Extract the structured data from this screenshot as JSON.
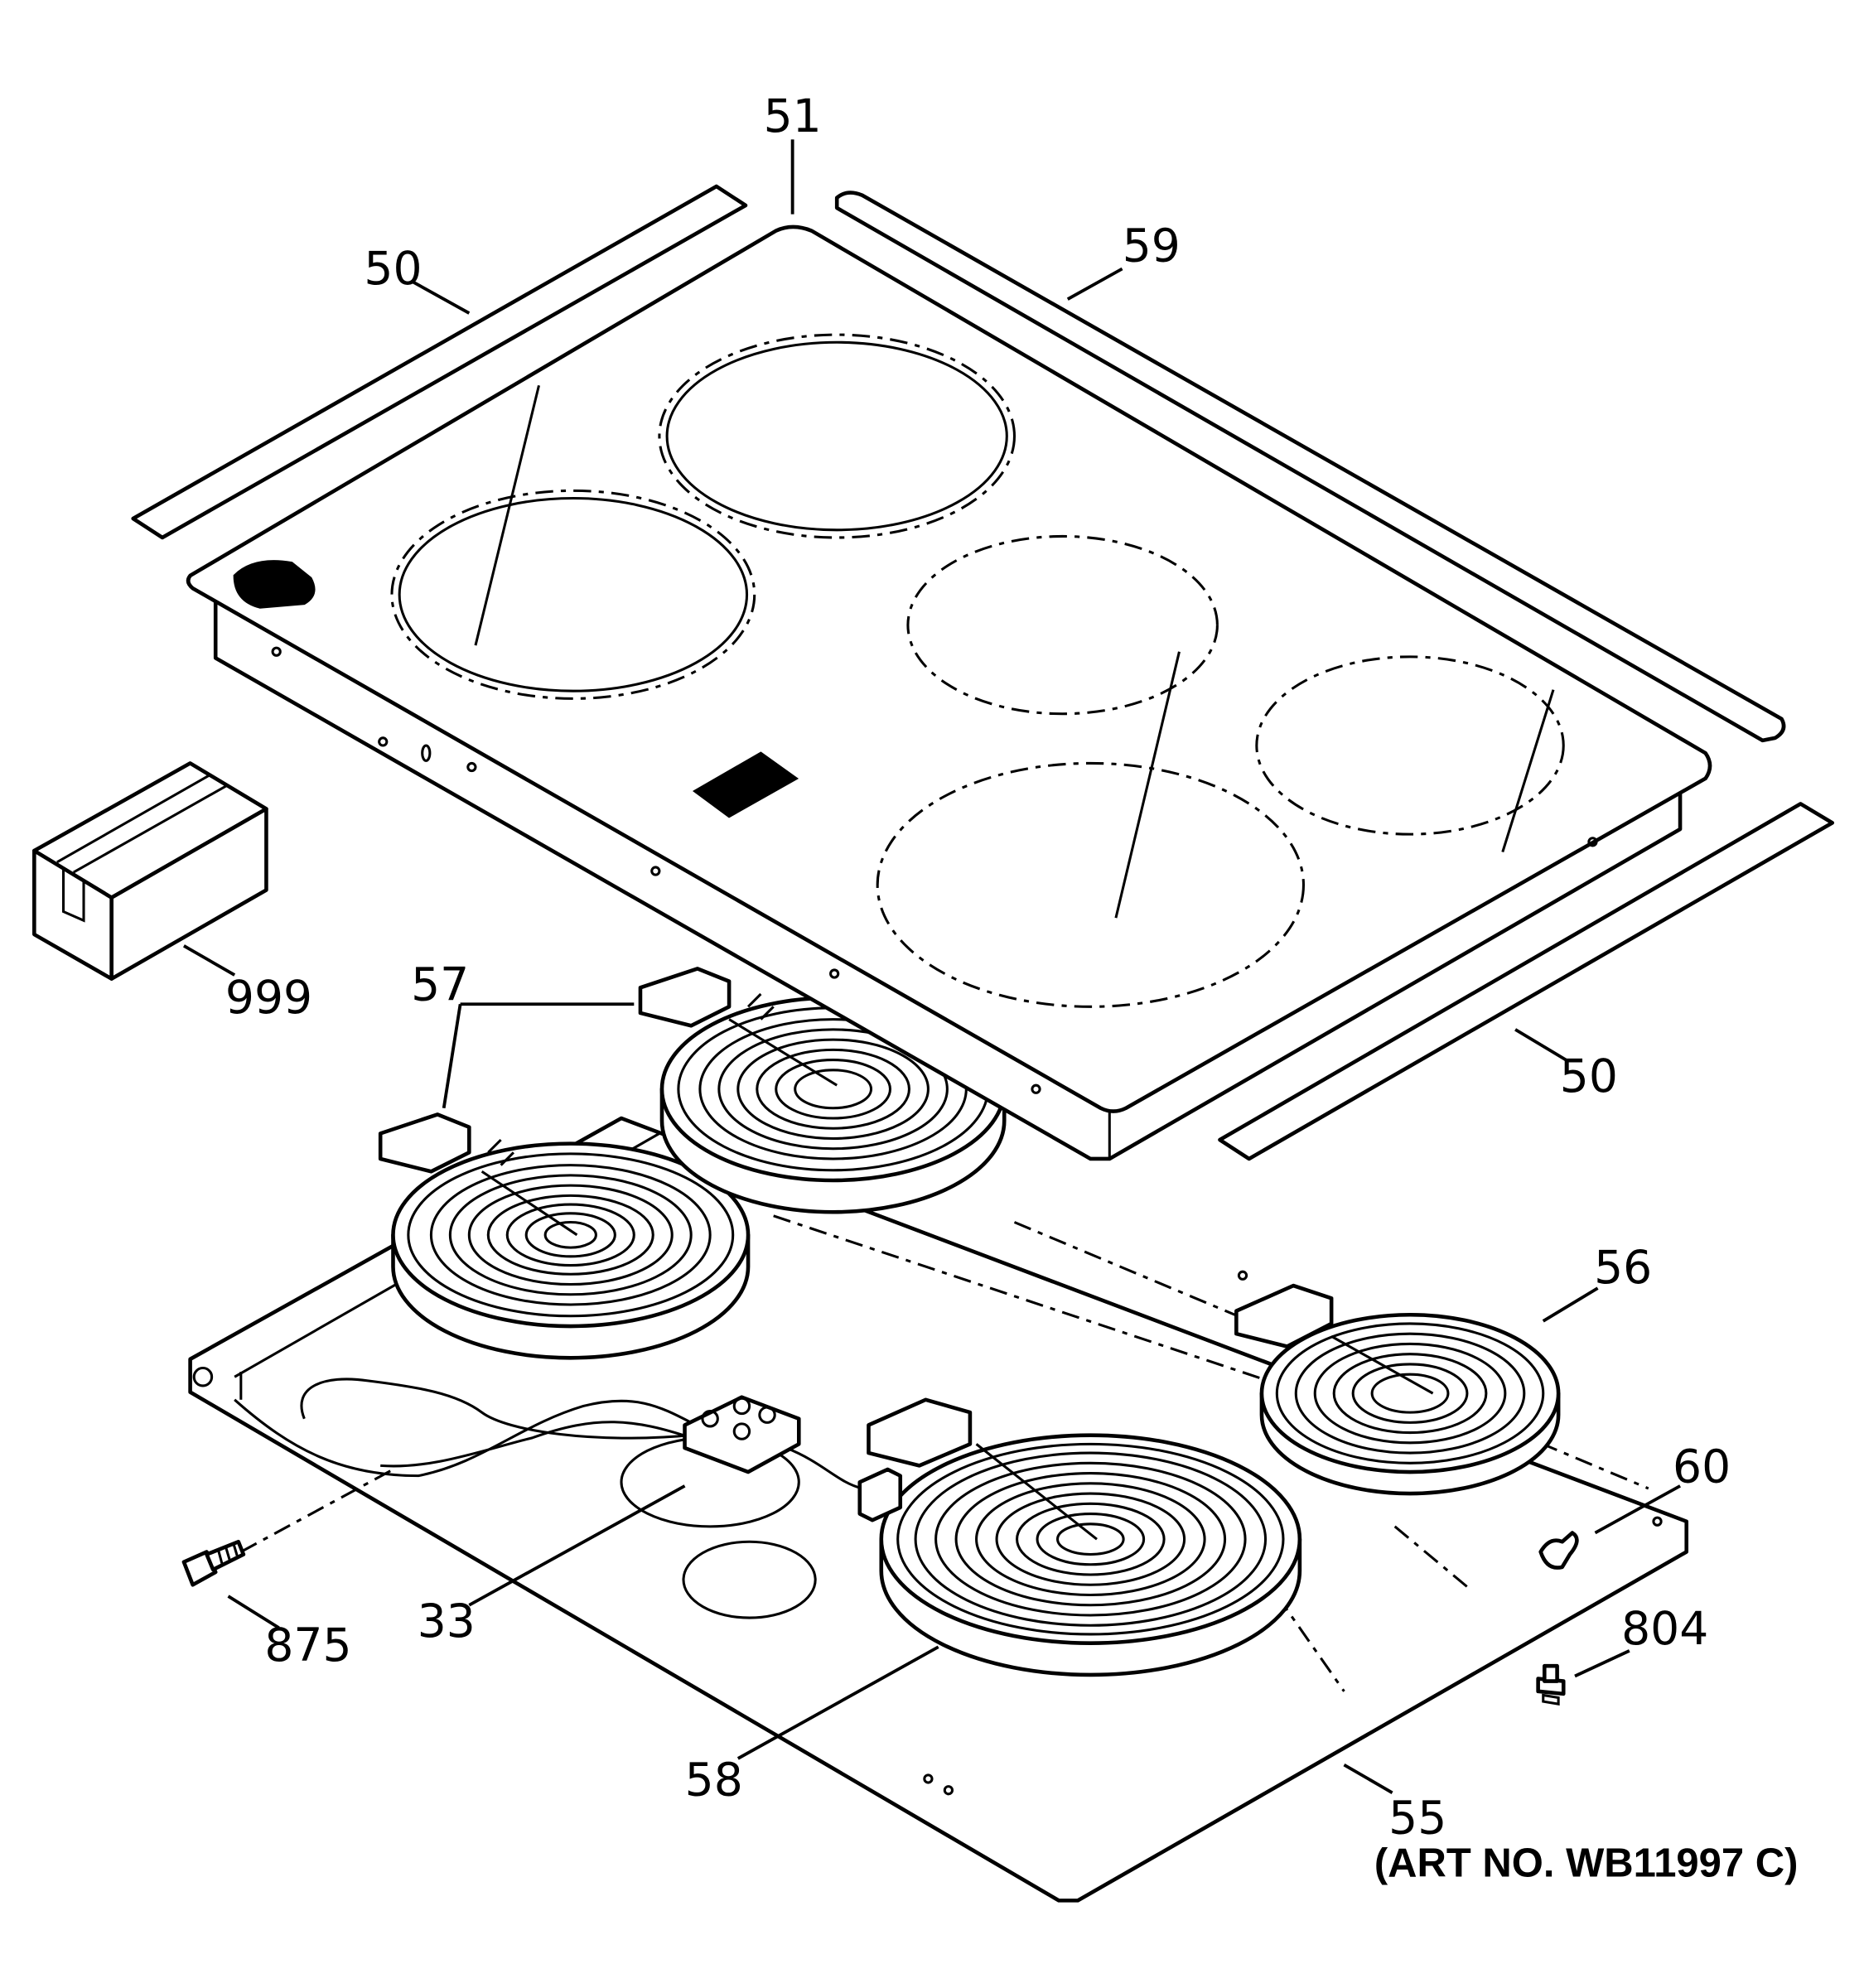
{
  "diagram": {
    "art_number": "(ART NO. WB11997 C)",
    "callouts": [
      {
        "id": "c51",
        "label": "51",
        "part": "glass cooktop"
      },
      {
        "id": "c59",
        "label": "59",
        "part": "rear trim strip"
      },
      {
        "id": "c50a",
        "label": "50",
        "part": "left side trim strip"
      },
      {
        "id": "c50b",
        "label": "50",
        "part": "right side trim strip"
      },
      {
        "id": "c999",
        "label": "999",
        "part": "accessory box"
      },
      {
        "id": "c57",
        "label": "57",
        "part": "radiant surface units"
      },
      {
        "id": "c56",
        "label": "56",
        "part": "small radiant surface unit"
      },
      {
        "id": "c60",
        "label": "60",
        "part": "clip"
      },
      {
        "id": "c804",
        "label": "804",
        "part": "screw"
      },
      {
        "id": "c875",
        "label": "875",
        "part": "screw"
      },
      {
        "id": "c33",
        "label": "33",
        "part": "terminal block"
      },
      {
        "id": "c58",
        "label": "58",
        "part": "large dual radiant surface unit"
      },
      {
        "id": "c55",
        "label": "55",
        "part": "burner box"
      }
    ]
  }
}
